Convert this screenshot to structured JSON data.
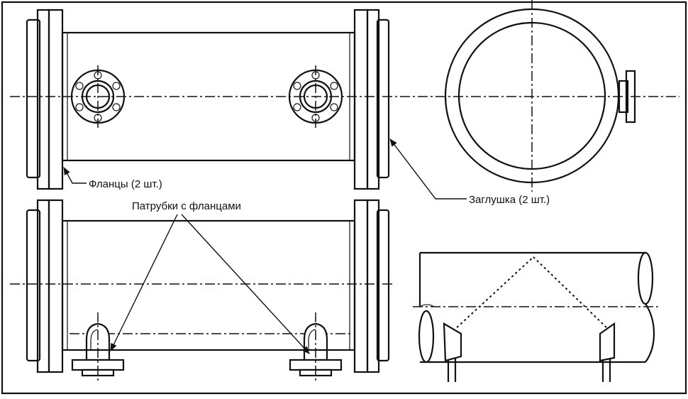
{
  "labels": {
    "flanges": "Фланцы (2 шт.)",
    "plug": "Заглушка (2 шт.)",
    "nozzles": "Патрубки с фланцами"
  },
  "colors": {
    "line": "#111111",
    "background": "#ffffff"
  }
}
